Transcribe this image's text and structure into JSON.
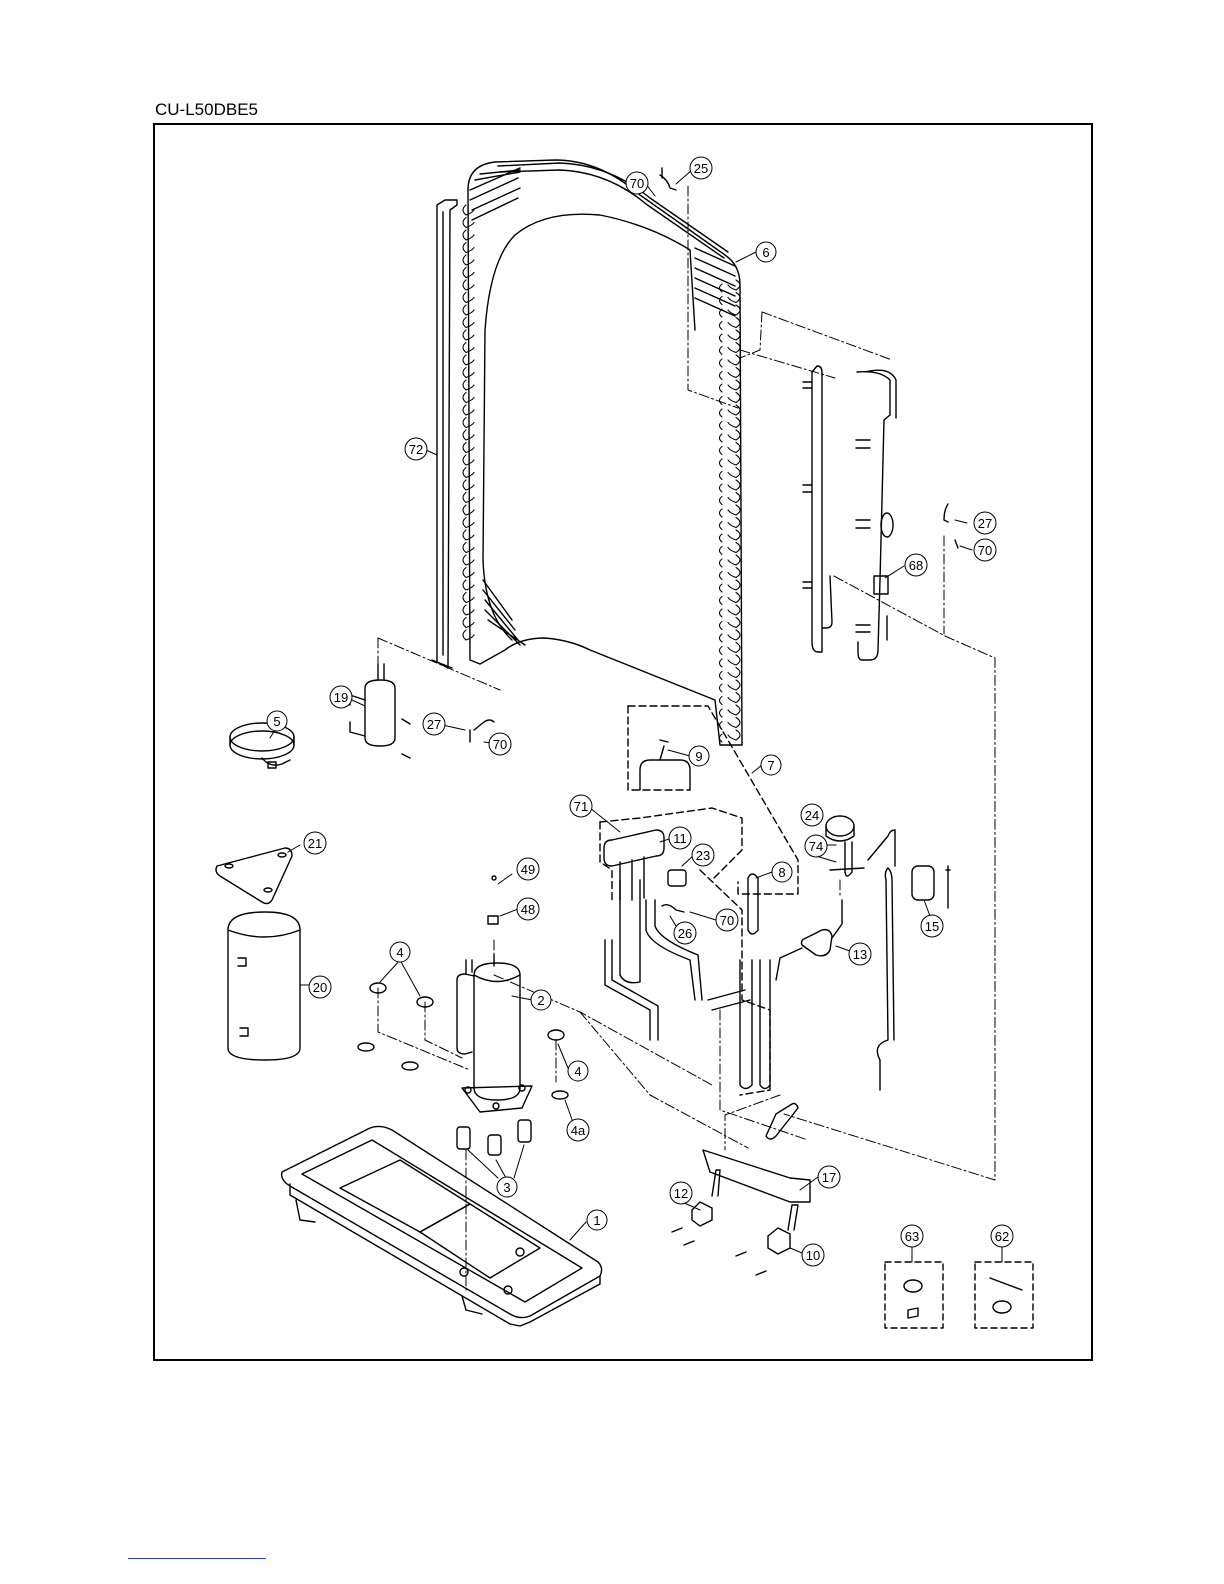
{
  "page": {
    "model": "CU-L50DBE5"
  },
  "callouts": [
    {
      "id": "1",
      "label": "1"
    },
    {
      "id": "2",
      "label": "2"
    },
    {
      "id": "3",
      "label": "3"
    },
    {
      "id": "4a",
      "label": "4"
    },
    {
      "id": "4b",
      "label": "4"
    },
    {
      "id": "4sub",
      "label": "4a"
    },
    {
      "id": "5",
      "label": "5"
    },
    {
      "id": "6",
      "label": "6"
    },
    {
      "id": "7",
      "label": "7"
    },
    {
      "id": "8",
      "label": "8"
    },
    {
      "id": "9",
      "label": "9"
    },
    {
      "id": "10",
      "label": "10"
    },
    {
      "id": "11",
      "label": "11"
    },
    {
      "id": "12",
      "label": "12"
    },
    {
      "id": "13",
      "label": "13"
    },
    {
      "id": "15",
      "label": "15"
    },
    {
      "id": "17",
      "label": "17"
    },
    {
      "id": "19",
      "label": "19"
    },
    {
      "id": "20",
      "label": "20"
    },
    {
      "id": "21",
      "label": "21"
    },
    {
      "id": "23",
      "label": "23"
    },
    {
      "id": "24",
      "label": "24"
    },
    {
      "id": "25",
      "label": "25"
    },
    {
      "id": "26",
      "label": "26"
    },
    {
      "id": "27a",
      "label": "27"
    },
    {
      "id": "27b",
      "label": "27"
    },
    {
      "id": "48",
      "label": "48"
    },
    {
      "id": "49",
      "label": "49"
    },
    {
      "id": "62",
      "label": "62"
    },
    {
      "id": "63",
      "label": "63"
    },
    {
      "id": "68",
      "label": "68"
    },
    {
      "id": "70a",
      "label": "70"
    },
    {
      "id": "70b",
      "label": "70"
    },
    {
      "id": "70c",
      "label": "70"
    },
    {
      "id": "70d",
      "label": "70"
    },
    {
      "id": "71",
      "label": "71"
    },
    {
      "id": "72",
      "label": "72"
    },
    {
      "id": "74",
      "label": "74"
    }
  ]
}
